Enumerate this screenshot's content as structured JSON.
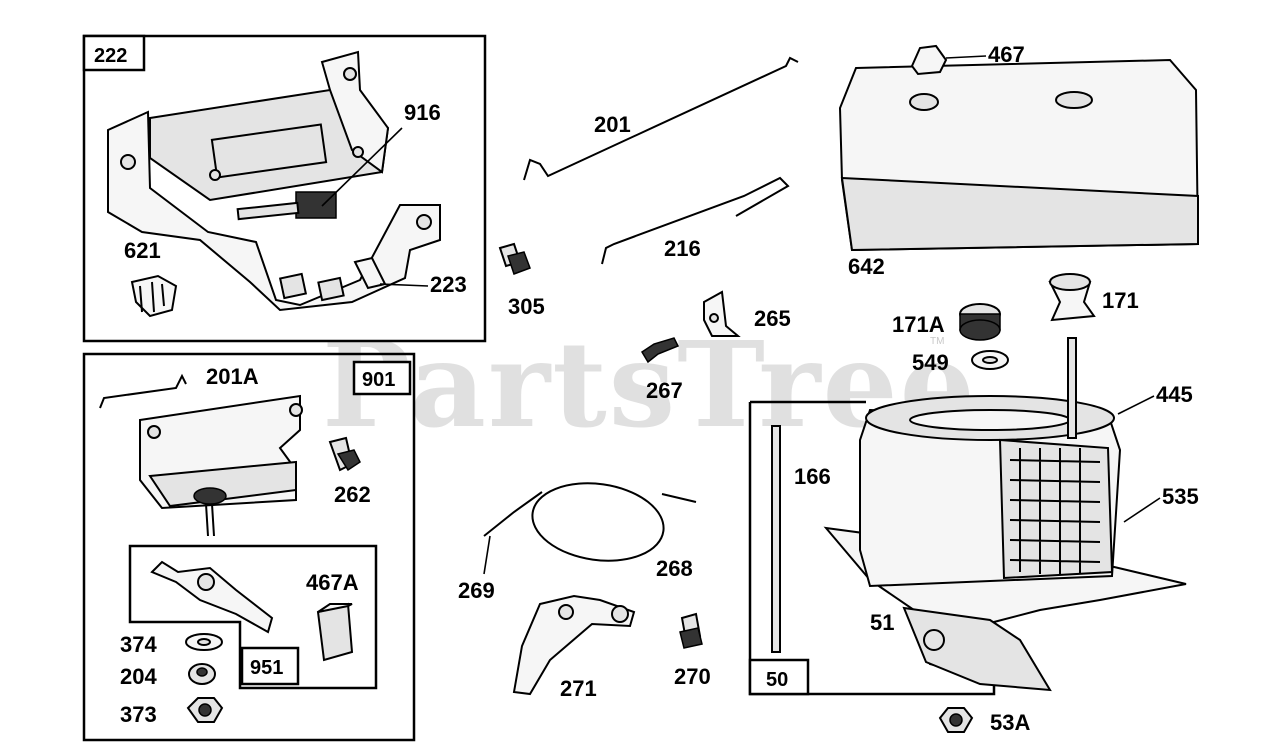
{
  "watermark": {
    "text": "PartsTree",
    "trademark": "TM"
  },
  "boxes": {
    "b222": "222",
    "b901": "901",
    "b951": "951",
    "b50": "50"
  },
  "labels": {
    "p916": "916",
    "p621": "621",
    "p223": "223",
    "p201": "201",
    "p216": "216",
    "p305": "305",
    "p467": "467",
    "p642": "642",
    "p265": "265",
    "p267": "267",
    "p171A": "171A",
    "p171": "171",
    "p549": "549",
    "p445": "445",
    "p166": "166",
    "p535": "535",
    "p51": "51",
    "p53A": "53A",
    "p201A": "201A",
    "p262": "262",
    "p467A": "467A",
    "p374": "374",
    "p204": "204",
    "p373": "373",
    "p269": "269",
    "p268": "268",
    "p271": "271",
    "p270": "270"
  }
}
